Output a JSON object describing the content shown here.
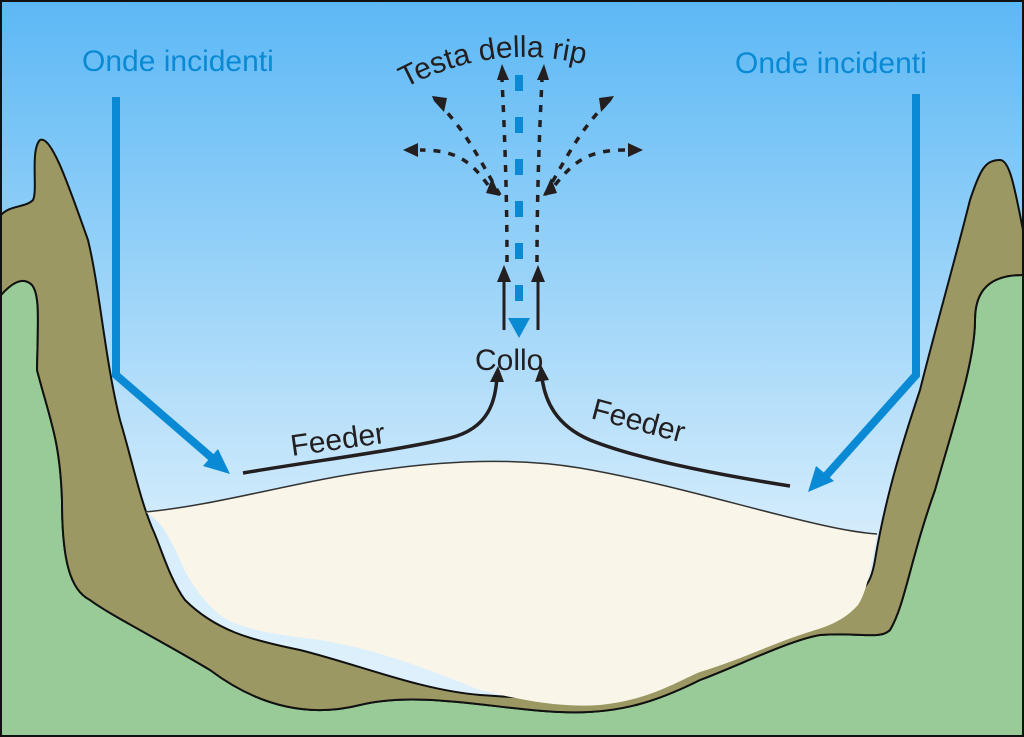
{
  "title": "Rip current diagram",
  "labels": {
    "incident_waves_left": "Onde incidenti",
    "incident_waves_right": "Onde incidenti",
    "rip_head": "Testa della rip",
    "neck": "Collo",
    "feeder_left": "Feeder",
    "feeder_right": "Feeder"
  },
  "colors": {
    "sky_top": "#5cb8f5",
    "sky_bottom": "#d8eefc",
    "land_green": "#98cb97",
    "cliff_olive": "#9b9863",
    "beach_sand": "#f9f5e8",
    "wave_blue": "#0a8ad4",
    "current_dark": "#231f20"
  }
}
